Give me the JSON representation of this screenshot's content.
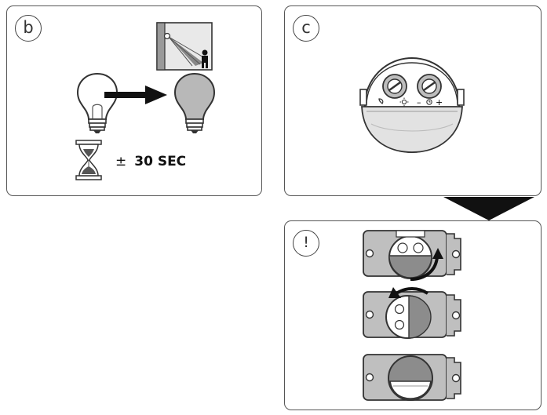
{
  "panels": {
    "b": {
      "badge": "b",
      "timer_symbol": "±",
      "timer_label": "30 SEC"
    },
    "c": {
      "badge": "c",
      "dial_minus": "–",
      "dial_plus": "+"
    },
    "caution": {
      "badge": "!"
    }
  },
  "colors": {
    "stroke": "#333333",
    "fill_gray": "#b8b8b8",
    "dark": "#111111",
    "panel_border": "#555555"
  }
}
